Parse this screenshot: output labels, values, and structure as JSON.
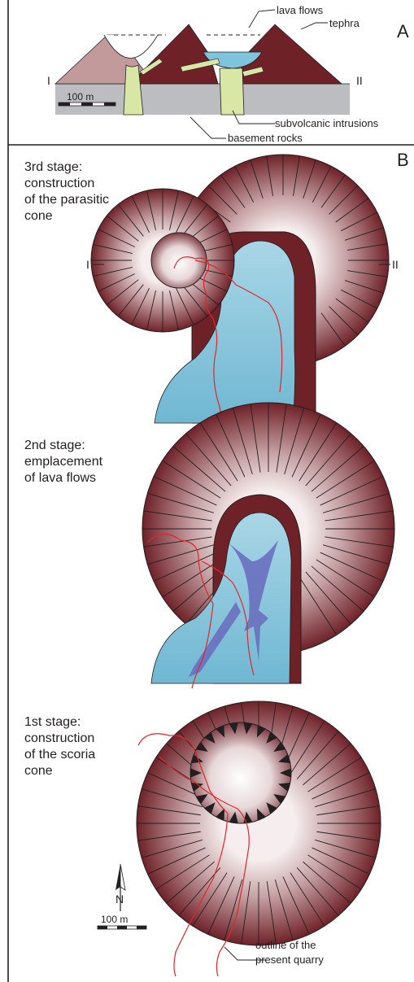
{
  "panel_a": {
    "letter": "A",
    "section_start": "I",
    "section_end": "II",
    "scale": "100 m",
    "labels": {
      "lava_flows": "lava flows",
      "tephra": "tephra",
      "subvolcanic_intrusions": "subvolcanic intrusions",
      "basement_rocks": "basement rocks"
    }
  },
  "panel_b": {
    "letter": "B",
    "section_start": "I",
    "section_end": "II",
    "stages": [
      {
        "lines": [
          "3rd stage:",
          "construction",
          "of the parasitic",
          "cone"
        ]
      },
      {
        "lines": [
          "2nd stage:",
          "emplacement",
          "of lava flows"
        ]
      },
      {
        "lines": [
          "1st stage:",
          "construction",
          "of the scoria",
          "cone"
        ]
      }
    ],
    "north": "N",
    "scale": "100 m",
    "quarry_label": [
      "outline of the",
      "present quarry"
    ]
  },
  "colors": {
    "tephra_pink": "#c39a9c",
    "cone_dark": "#6e2228",
    "lava_blue": "#7fc4dc",
    "intrusion_green": "#d8e6a6",
    "basement_grey": "#bcbdc0",
    "quarry_red": "#e1262b",
    "flow_arrows": "#6a6fbf"
  }
}
